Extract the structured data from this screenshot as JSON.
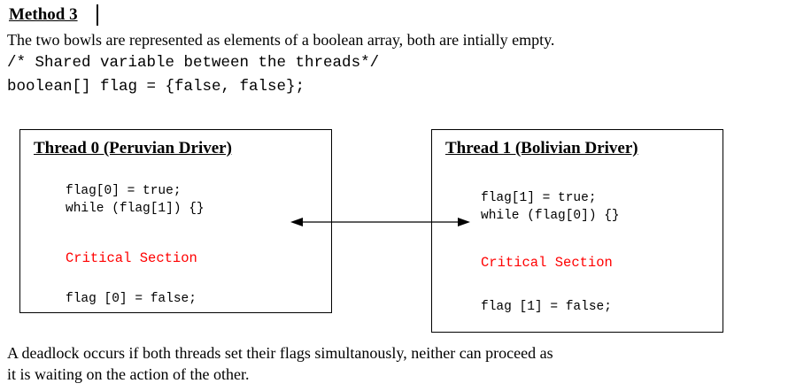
{
  "heading": "Method 3",
  "intro": "The two bowls are represented as elements of a boolean array, both are intially empty.",
  "code_comment": "/* Shared variable between the threads*/",
  "code_decl": "boolean[] flag = {false, false};",
  "thread0": {
    "title": "Thread 0 (Peruvian Driver)",
    "line1": "flag[0] = true;",
    "line2": "while (flag[1]) {}",
    "critical": "Critical Section",
    "line3": "flag [0] = false;"
  },
  "thread1": {
    "title": "Thread 1 (Bolivian Driver)",
    "line1": "flag[1] = true;",
    "line2": "while (flag[0]) {}",
    "critical": "Critical Section",
    "line3": "flag [1] = false;"
  },
  "footer": {
    "line1": "A deadlock occurs if both threads set their flags simultanously, neither can proceed as",
    "line2": "it is waiting on the action of the other."
  },
  "colors": {
    "text": "#000000",
    "critical": "#ff0000",
    "background": "#ffffff"
  }
}
